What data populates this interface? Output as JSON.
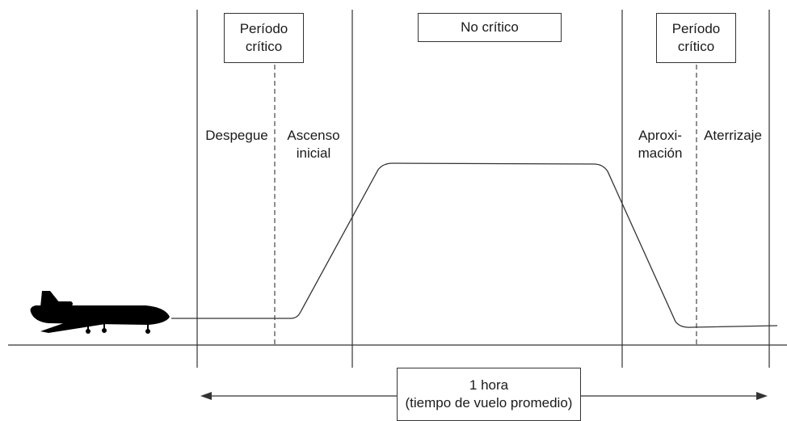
{
  "periods": {
    "critical_left": [
      "Período",
      "crítico"
    ],
    "non_critical": "No crítico",
    "critical_right": [
      "Período",
      "crítico"
    ]
  },
  "phases": {
    "takeoff": "Despegue",
    "initial_climb": [
      "Ascenso",
      "inicial"
    ],
    "approach": [
      "Aproxi-",
      "mación"
    ],
    "landing": "Aterrizaje"
  },
  "duration": {
    "line1": "1 hora",
    "line2": "(tiempo de vuelo promedio)"
  },
  "icons": {
    "aircraft": "airplane-silhouette-icon"
  },
  "colors": {
    "line": "#333333",
    "background": "#ffffff",
    "aircraft": "#000000"
  }
}
